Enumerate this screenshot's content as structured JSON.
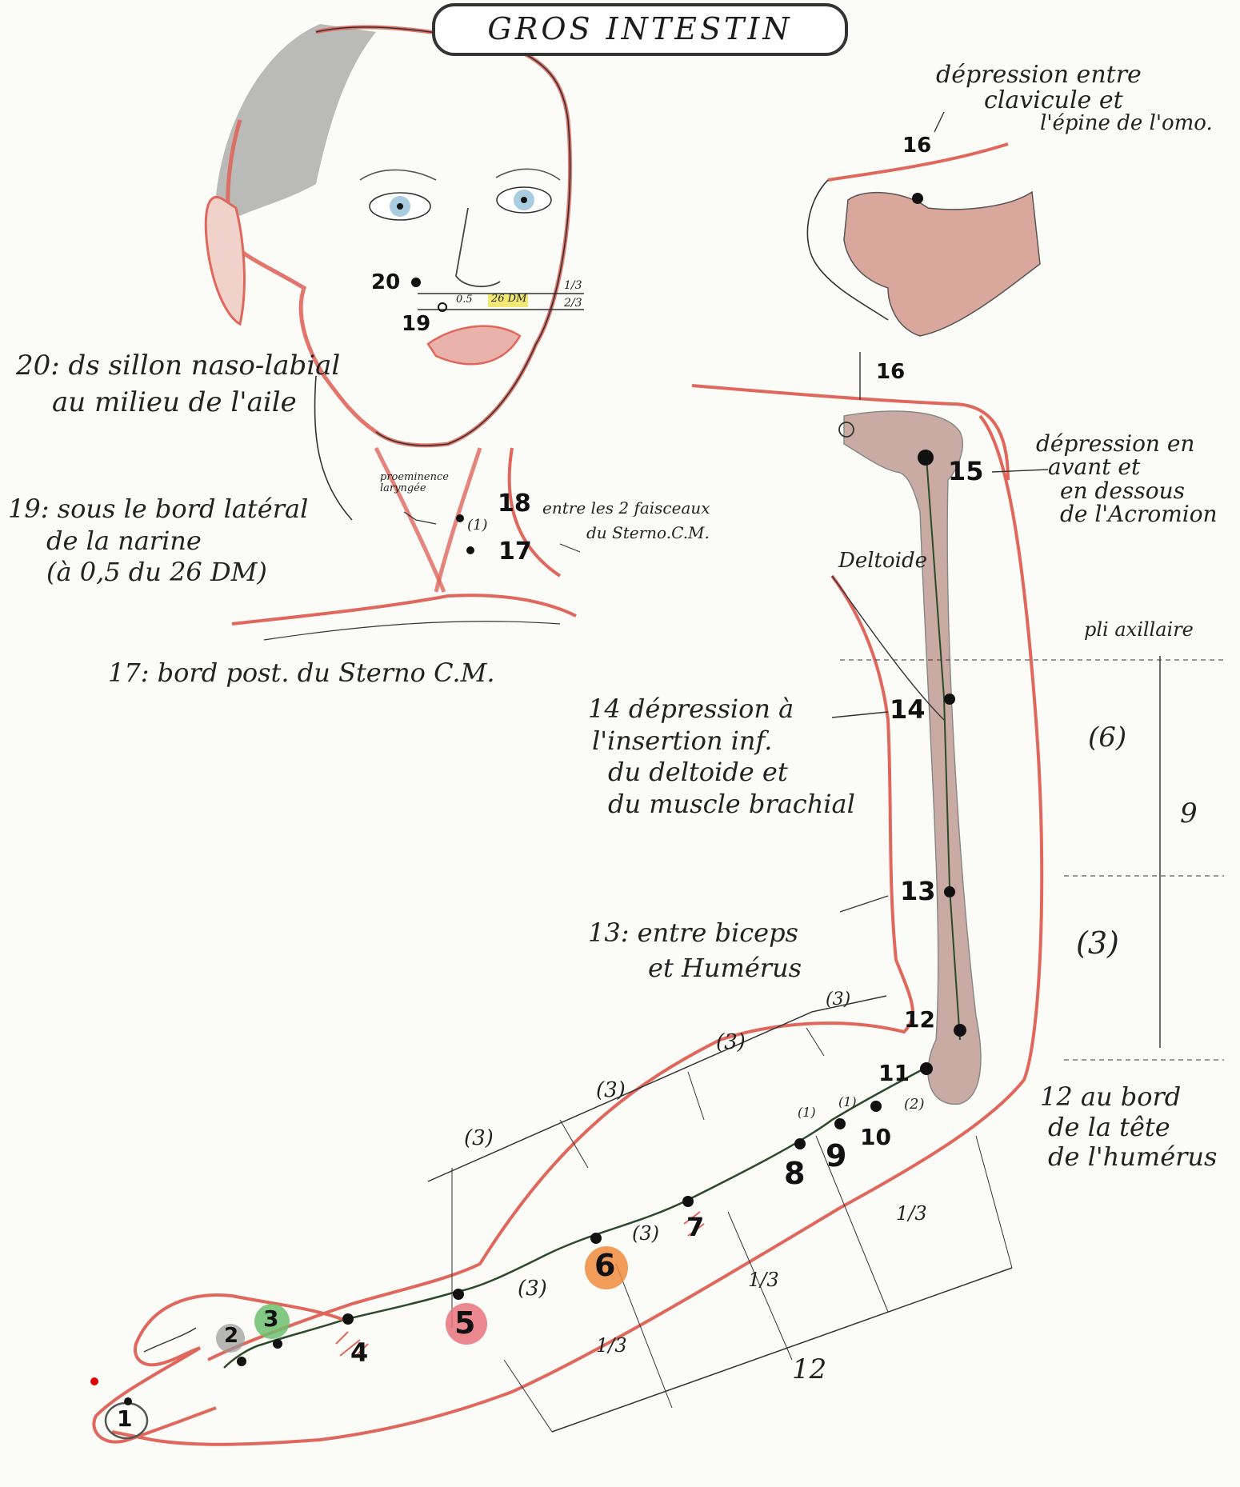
{
  "title": "GROS INTESTIN",
  "notes": {
    "n20": [
      "20: ds sillon naso-labial",
      "au milieu de l'aile"
    ],
    "n19": [
      "19: sous le bord latéral",
      "de la narine",
      "(à 0,5 du 26 DM)"
    ],
    "n17": "17: bord post. du Sterno C.M.",
    "n18": [
      "entre les 2 faisceaux",
      "du Sterno.C.M."
    ],
    "proeminence": [
      "proeminence",
      "laryngée"
    ],
    "n16": [
      "dépression entre",
      "clavicule et",
      "l'épine de l'omo."
    ],
    "n15": [
      "dépression en",
      "avant et",
      "en dessous",
      "de l'Acromion"
    ],
    "deltoide": "Deltoide",
    "pli": "pli axillaire",
    "n14": [
      "14 dépression à",
      "l'insertion inf.",
      "du deltoide et",
      "du muscle brachial"
    ],
    "n13": [
      "13: entre biceps",
      "et Humérus"
    ],
    "n12": [
      "12 au bord",
      "de la tête",
      "de l'humérus"
    ],
    "face_fracs": [
      "1/3",
      "2/3"
    ],
    "face_inline": "0.5",
    "face_26dm": "26 DM",
    "one": "(1)"
  },
  "measures": {
    "m6": "(6)",
    "m9": "9",
    "m3_upper": "(3)",
    "fore": [
      "(3)",
      "(3)",
      "(3)",
      "(3)",
      "(3)",
      "(3)"
    ],
    "third": "1/3",
    "twelve": "12",
    "ones": [
      "(1)",
      "(1)",
      "(2)"
    ]
  },
  "points": {
    "p1": "1",
    "p2": "2",
    "p3": "3",
    "p4": "4",
    "p5": "5",
    "p6": "6",
    "p7": "7",
    "p8": "8",
    "p9": "9",
    "p10": "10",
    "p11": "11",
    "p12": "12",
    "p13": "13",
    "p14": "14",
    "p15": "15",
    "p16": "16",
    "p17": "17",
    "p18": "18",
    "p19": "19",
    "p20": "20"
  },
  "colors": {
    "outline_red": "#e0675c",
    "skin": "#d9a79c",
    "bone": "#b48a80",
    "hair": "#9a9a9a",
    "eye": "#a8cde0",
    "p3_green": "#6fbf6f",
    "p5_pink": "#e9737d",
    "p6_orange": "#f08b3d",
    "p26_yellow": "#f2e24a"
  }
}
